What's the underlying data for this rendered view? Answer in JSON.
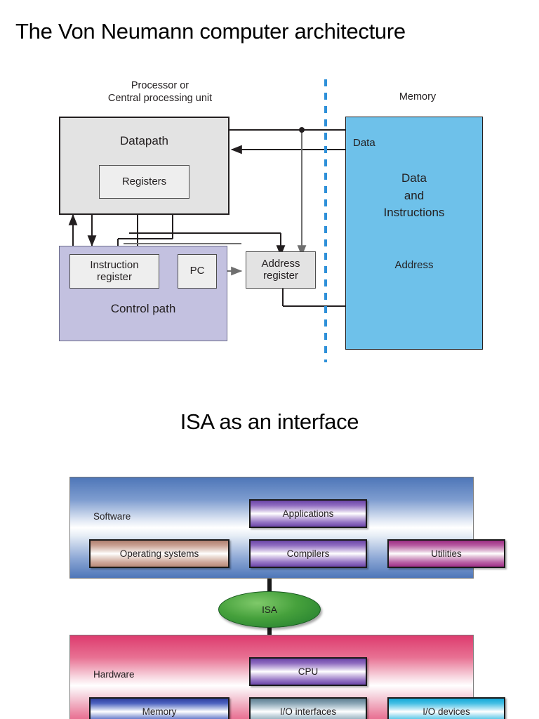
{
  "slide1": {
    "title": "The Von Neumann computer architecture",
    "processor_caption_line1": "Processor or",
    "processor_caption_line2": "Central processing unit",
    "memory_caption": "Memory",
    "datapath_label": "Datapath",
    "registers_label": "Registers",
    "control_path_label": "Control path",
    "instruction_register_line1": "Instruction",
    "instruction_register_line2": "register",
    "pc_label": "PC",
    "address_register_line1": "Address",
    "address_register_line2": "register",
    "memory_data_port_label": "Data",
    "memory_center_line1": "Data",
    "memory_center_line2": "and",
    "memory_center_line3": "Instructions",
    "memory_address_port_label": "Address",
    "colors": {
      "memory_fill": "#6ec1ea",
      "datapath_fill": "#e3e3e3",
      "control_path_fill": "#c3c1e0",
      "divider": "#2e90d9"
    }
  },
  "slide2": {
    "title": "ISA as an interface",
    "software_band_label": "Software",
    "hardware_band_label": "Hardware",
    "isa_label": "ISA",
    "software_chips": [
      {
        "label": "Applications"
      },
      {
        "label": "Operating systems"
      },
      {
        "label": "Compilers"
      },
      {
        "label": "Utilities"
      }
    ],
    "hardware_chips": [
      {
        "label": "CPU"
      },
      {
        "label": "Memory"
      },
      {
        "label": "I/O interfaces"
      },
      {
        "label": "I/O devices"
      }
    ],
    "colors": {
      "software_band": "#4e76b8",
      "hardware_band": "#dd3b6e",
      "isa_ellipse": "#46a13c"
    }
  }
}
